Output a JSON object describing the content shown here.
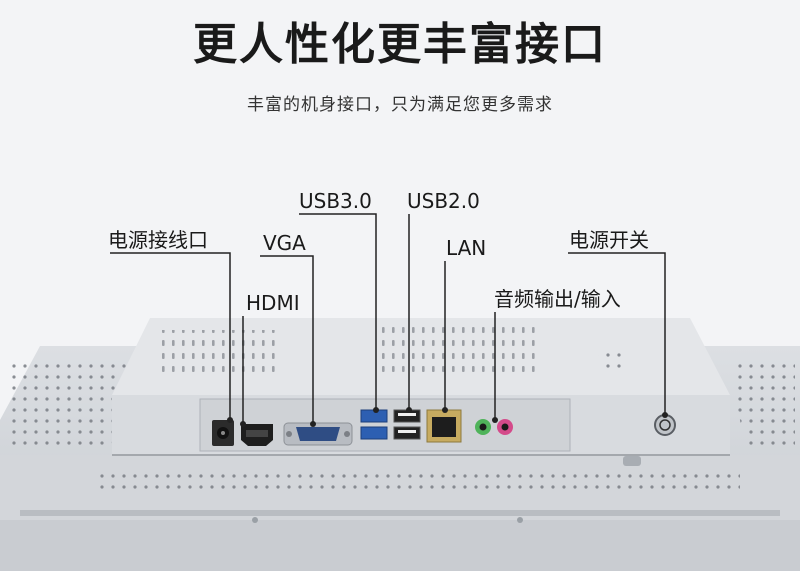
{
  "header": {
    "title": "更人性化更丰富接口",
    "subtitle": "丰富的机身接口，只为满足您更多需求"
  },
  "ports": {
    "power_jack": "电源接线口",
    "hdmi": "HDMI",
    "vga": "VGA",
    "usb3": "USB3.0",
    "usb2": "USB2.0",
    "lan": "LAN",
    "audio": "音频输出/输入",
    "power_switch": "电源开关"
  },
  "colors": {
    "accent_green": "#4fb35a",
    "accent_pink": "#d44a8a"
  }
}
